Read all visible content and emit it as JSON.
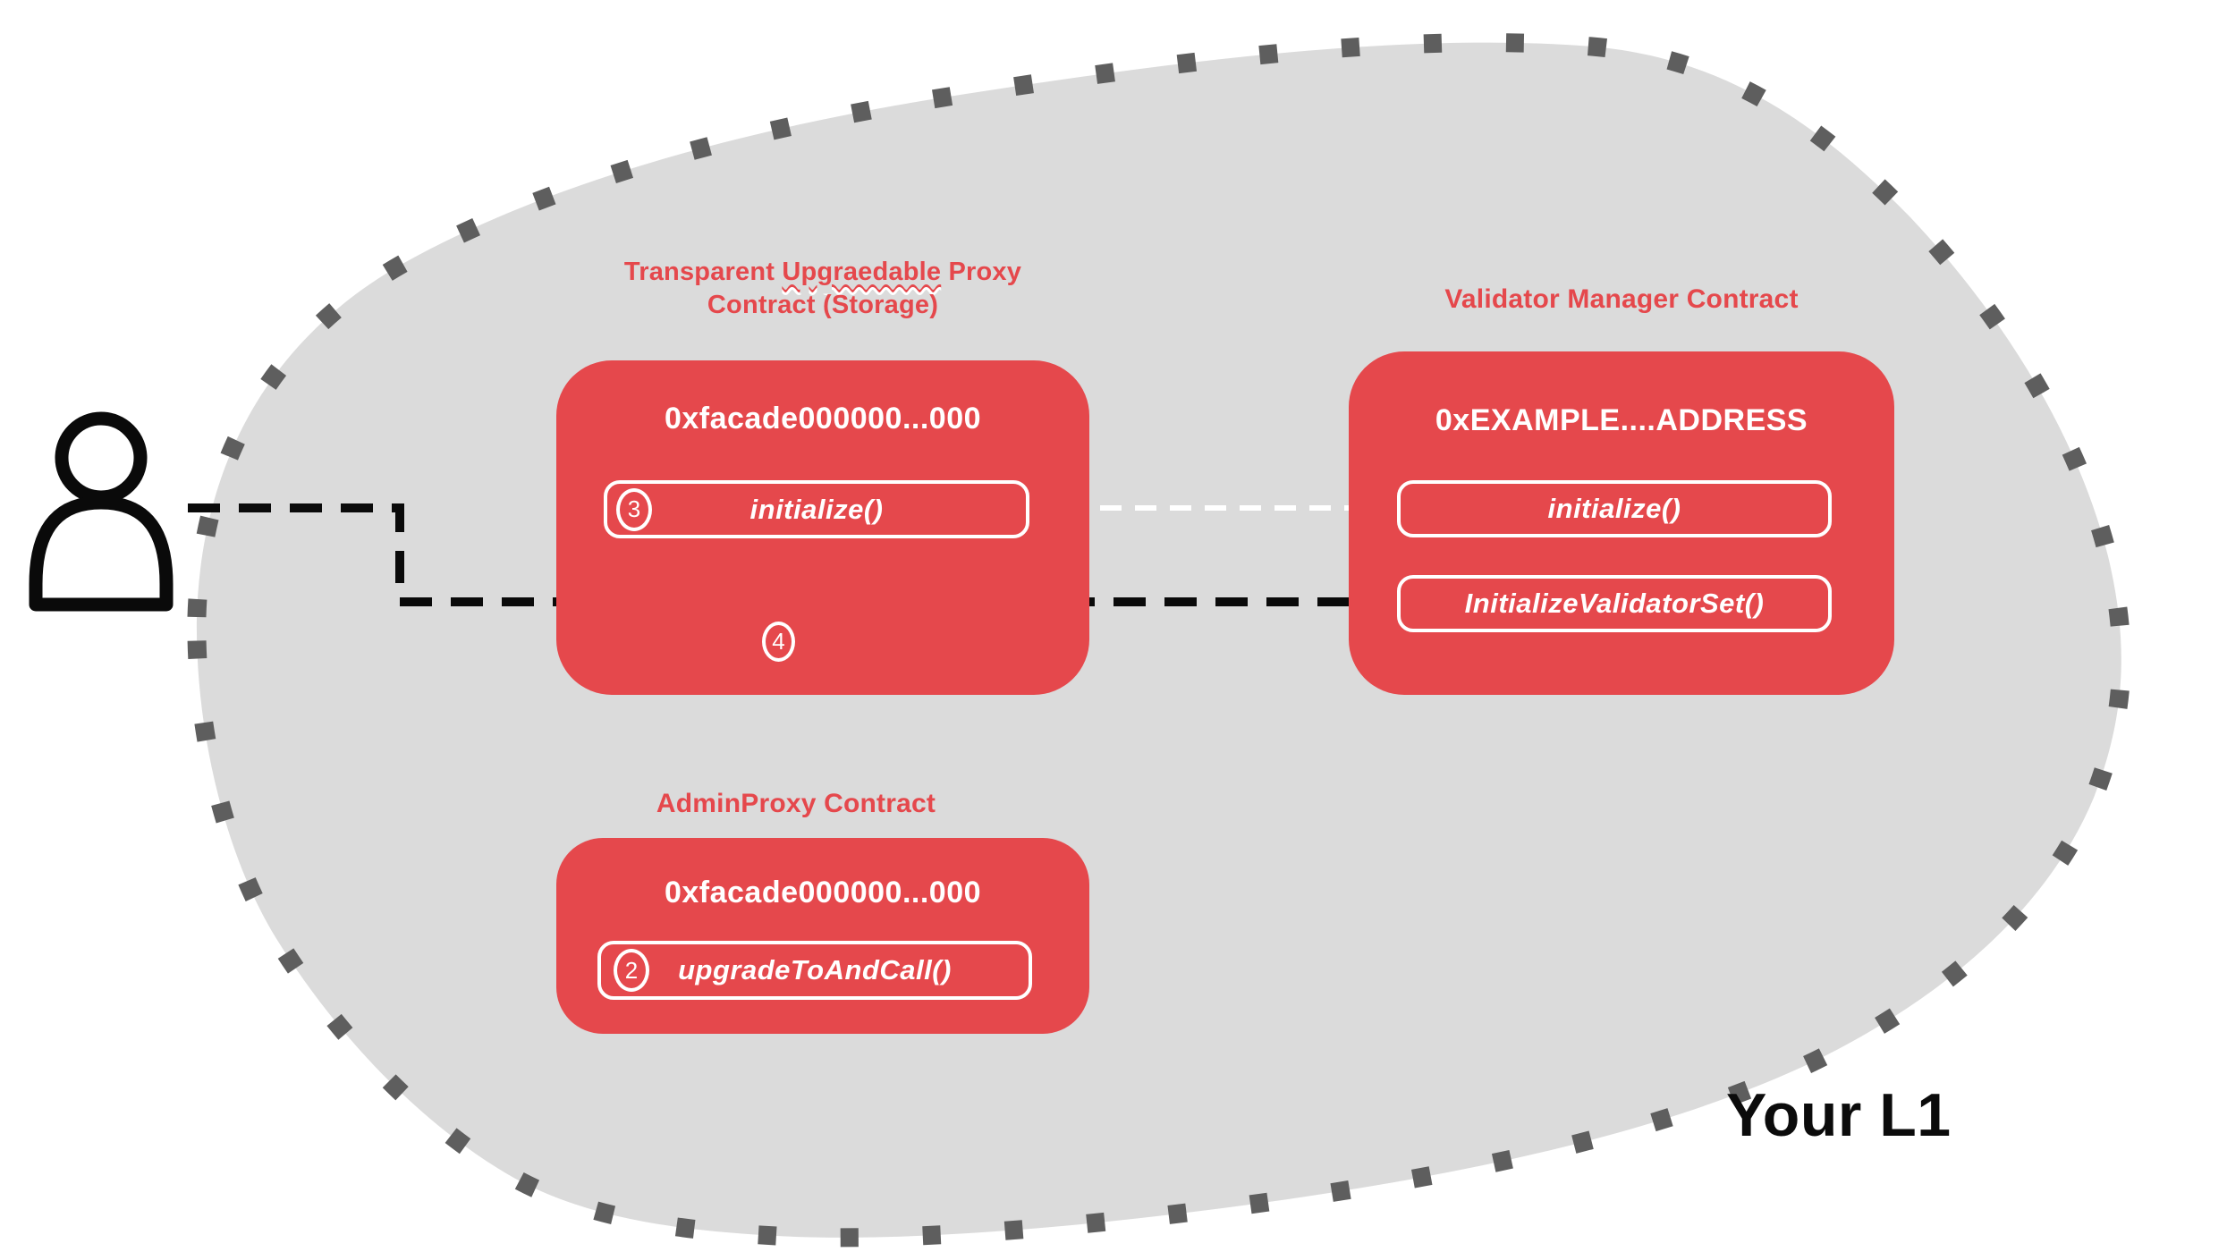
{
  "colors": {
    "accent_red": "#e5484c",
    "blob_gray": "#dbdbdb",
    "dotted_border_gray": "#5e5e5e",
    "text_black": "#0b0b0b",
    "white": "#ffffff"
  },
  "region_label": "Your L1",
  "proxy": {
    "title": {
      "prefix": "Transparent ",
      "misspelled": "Upgraedable",
      "suffix": " Proxy",
      "line2": "Contract (Storage)"
    },
    "address": "0xfacade000000...000",
    "method": {
      "step": "3",
      "label": "initialize()"
    },
    "step_below": "4"
  },
  "validator": {
    "title": "Validator Manager Contract",
    "address": "0xEXAMPLE....ADDRESS",
    "methods": [
      {
        "label": "initialize()"
      },
      {
        "label": "InitializeValidatorSet()"
      }
    ]
  },
  "admin": {
    "title": "AdminProxy  Contract",
    "address": "0xfacade000000...000",
    "method": {
      "step": "2",
      "label": "upgradeToAndCall()"
    }
  }
}
